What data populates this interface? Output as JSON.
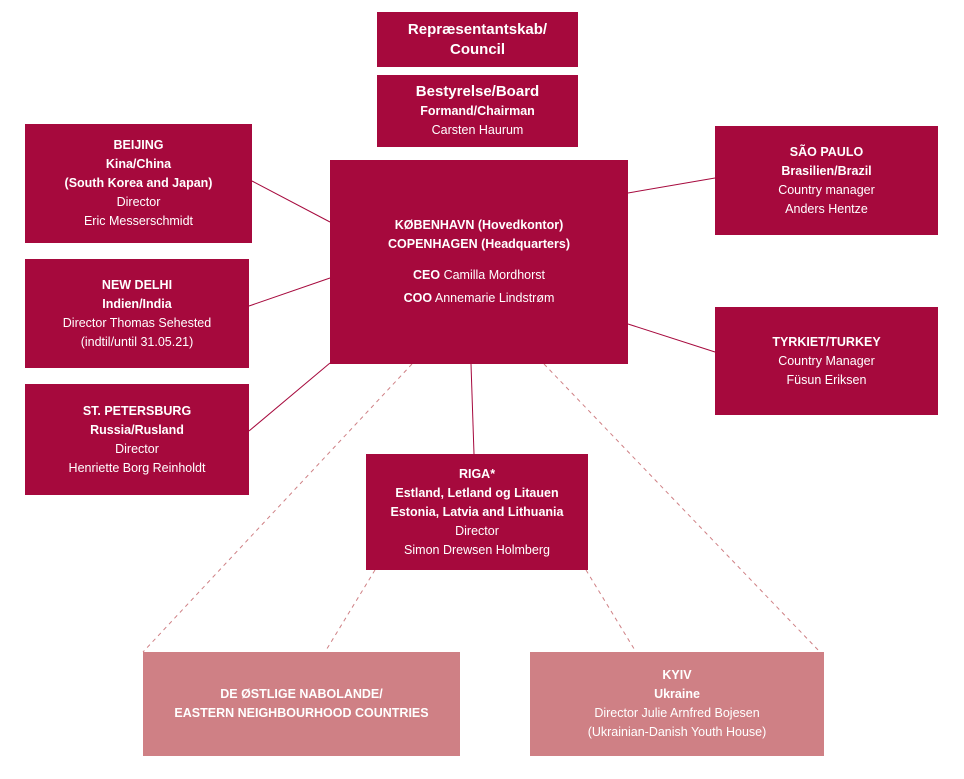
{
  "colors": {
    "primary": "#a6093d",
    "secondary": "#cf8085",
    "line": "#a6093d"
  },
  "council": {
    "line1": "Repræsentantskab/",
    "line2": "Council"
  },
  "board": {
    "title": "Bestyrelse/Board",
    "role": "Formand/Chairman",
    "name": "Carsten Haurum"
  },
  "hq": {
    "line1": "KØBENHAVN (Hovedkontor)",
    "line2": "COPENHAGEN (Headquarters)",
    "ceo_label": "CEO",
    "ceo_name": "Camilla Mordhorst",
    "coo_label": "COO",
    "coo_name": "Annemarie Lindstrøm"
  },
  "beijing": {
    "city": "BEIJING",
    "country": "Kina/China",
    "region": "(South Korea and Japan)",
    "role": "Director",
    "name": "Eric Messerschmidt"
  },
  "new_delhi": {
    "city": "NEW DELHI",
    "country": "Indien/India",
    "role_name": "Director Thomas Sehested",
    "note": "(indtil/until 31.05.21)"
  },
  "st_petersburg": {
    "city": "ST. PETERSBURG",
    "country": "Russia/Rusland",
    "role": "Director",
    "name": "Henriette Borg Reinholdt"
  },
  "sao_paulo": {
    "city": "SÃO PAULO",
    "country": "Brasilien/Brazil",
    "role": "Country manager",
    "name": "Anders Hentze"
  },
  "turkey": {
    "city": "TYRKIET/TURKEY",
    "role": "Country Manager",
    "name": "Füsun Eriksen"
  },
  "riga": {
    "city": "RIGA*",
    "countries_da": "Estland, Letland og Litauen",
    "countries_en": "Estonia, Latvia and Lithuania",
    "role": "Director",
    "name": "Simon Drewsen Holmberg"
  },
  "eastern": {
    "line1": "DE ØSTLIGE NABOLANDE/",
    "line2": "EASTERN NEIGHBOURHOOD COUNTRIES"
  },
  "kyiv": {
    "city": "KYIV",
    "country": "Ukraine",
    "role_name": "Director Julie Arnfred Bojesen",
    "note": "(Ukrainian-Danish Youth House)"
  }
}
